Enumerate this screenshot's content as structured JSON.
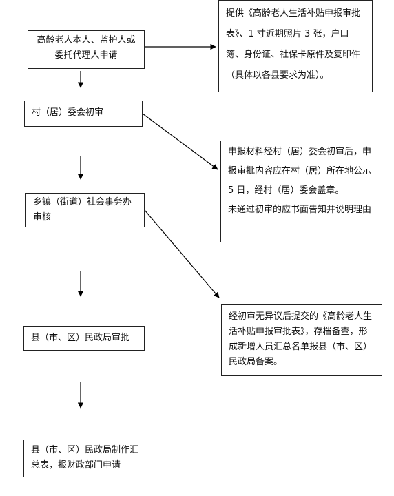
{
  "steps": {
    "apply": "高龄老人本人、监护人或委托代理人申请",
    "village_review": "村（居）委会初审",
    "township_review": "乡镇（街道）社会事务办审核",
    "county_approve": "县（市、区）民政局审批",
    "county_summary": "县（市、区）民政局制作汇总表，报财政部门申请"
  },
  "notes": {
    "materials": "提供《高龄老人生活补贴申报审批表》、1 寸近期照片 3 张，户口簿、身份证、社保卡原件及复印件（具体以各县要求为准）。",
    "publicity_1": "申报材料经村（居）委会初审后，申报审批内容应在村（居）所在地公示 5 日，经村（居）委会盖章。",
    "publicity_2": "未通过初审的应书面告知并说明理由",
    "filing": "经初审无异议后提交的《高龄老人生活补贴申报审批表》，存档备查，形成新增人员汇总名单报县（市、区）民政局备案。"
  }
}
